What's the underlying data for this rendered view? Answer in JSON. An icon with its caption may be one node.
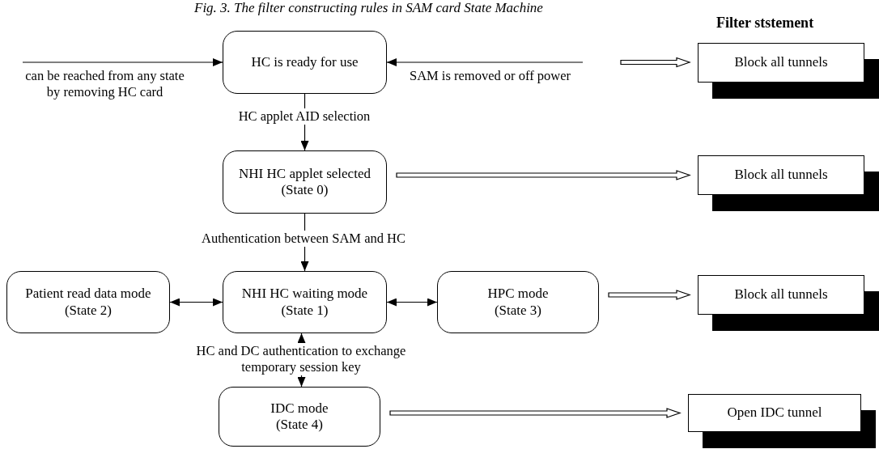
{
  "diagram": {
    "title": "Fig. 3. The filter constructing rules in SAM card State Machine",
    "nodes": [
      {
        "text": [
          "HC is ready for use"
        ]
      },
      {
        "text": [
          "NHI HC applet selected",
          "(State 0)"
        ]
      },
      {
        "text": [
          "Patient read data mode",
          "(State 2)"
        ]
      },
      {
        "text": [
          "NHI HC waiting mode",
          "(State 1)"
        ]
      },
      {
        "text": [
          "HPC mode",
          "(State 3)"
        ]
      },
      {
        "text": [
          "IDC mode",
          "(State 4)"
        ]
      },
      {
        "text": [
          "Block all tunnels"
        ]
      },
      {
        "text": [
          "Block all tunnels"
        ]
      },
      {
        "text": [
          "Block all tunnels"
        ]
      },
      {
        "text": [
          "Open IDC tunnel"
        ]
      }
    ],
    "edges": [
      {
        "from": null,
        "to": 0,
        "arrow": "to",
        "label": "can be reached from any state by removing HC card"
      },
      {
        "from": null,
        "to": 0,
        "arrow": "to",
        "label": "SAM is removed or off power"
      },
      {
        "from": null,
        "to": 6,
        "arrow": "to",
        "style": "thick"
      },
      {
        "from": 0,
        "to": 1,
        "arrow": "to",
        "label": "HC applet AID selection"
      },
      {
        "from": 1,
        "to": 7,
        "arrow": "to",
        "style": "thick"
      },
      {
        "from": 1,
        "to": 3,
        "arrow": "to",
        "label": "Authentication between SAM and HC"
      },
      {
        "from": 2,
        "to": 3,
        "arrow": "both"
      },
      {
        "from": 3,
        "to": 4,
        "arrow": "both"
      },
      {
        "from": 4,
        "to": 8,
        "arrow": "to",
        "style": "thick"
      },
      {
        "from": 3,
        "to": 5,
        "arrow": "both",
        "label": "HC and DC authentication to exchange temporary session key"
      },
      {
        "from": 5,
        "to": 9,
        "arrow": "to",
        "style": "thick"
      }
    ],
    "labels": [
      "Filter ststement"
    ]
  }
}
